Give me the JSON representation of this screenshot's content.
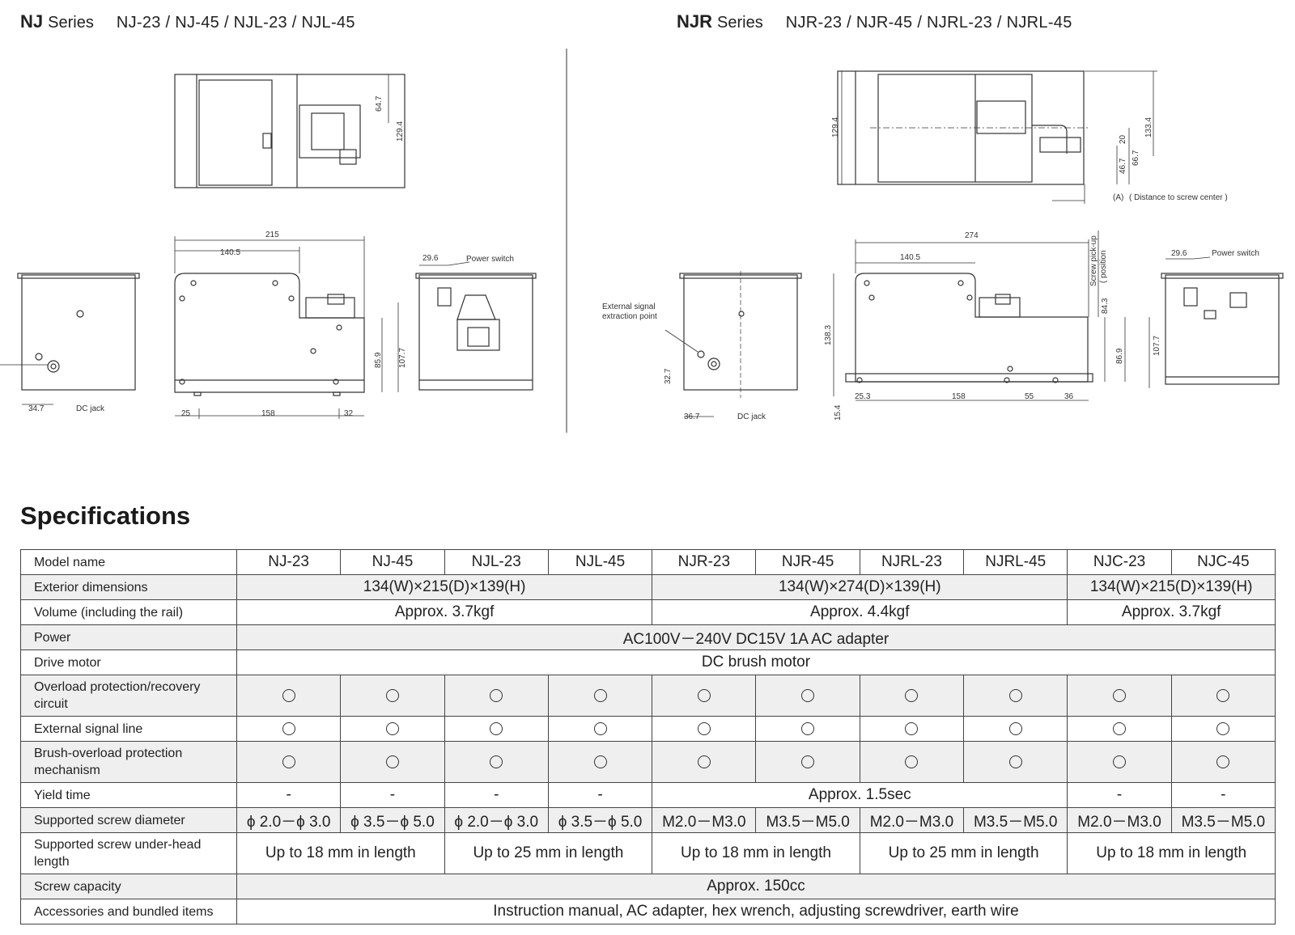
{
  "nj": {
    "code": "NJ",
    "word": "Series",
    "models": "NJ-23 / NJ-45 / NJL-23 / NJL-45"
  },
  "njr": {
    "code": "NJR",
    "word": "Series",
    "models": "NJR-23 / NJR-45 / NJRL-23 / NJRL-45"
  },
  "drawings": {
    "nj_dims": {
      "d647": "64.7",
      "d1294": "129.4",
      "d215": "215",
      "d1405": "140.5",
      "d859": "85.9",
      "d1077": "107.7",
      "d25": "25",
      "d158": "158",
      "d32": "32",
      "d347": "34.7",
      "d296": "29.6"
    },
    "nj_labels": {
      "dc_jack": "DC jack",
      "power_switch": "Power switch"
    },
    "njr_dims": {
      "d1294": "129.4",
      "d1334": "133.4",
      "d20": "20",
      "d467": "46.7",
      "d667": "66.7",
      "a": "(A)",
      "d274": "274",
      "d1405": "140.5",
      "d843": "84.3",
      "d1383": "138.3",
      "d869": "86.9",
      "d1077": "107.7",
      "d327": "32.7",
      "d367": "36.7",
      "d154": "15.4",
      "d253": "25.3",
      "d158": "158",
      "d55": "55",
      "d36": "36",
      "d296": "29.6"
    },
    "njr_labels": {
      "distance": "( Distance to screw center )",
      "pickup1": "Screw pick-up",
      "pickup2": "( position",
      "ext1": "External signal",
      "ext2": "extraction point",
      "dc_jack": "DC jack",
      "power_switch": "Power switch"
    }
  },
  "specifications": {
    "title": "Specifications",
    "models": [
      "NJ-23",
      "NJ-45",
      "NJL-23",
      "NJL-45",
      "NJR-23",
      "NJR-45",
      "NJRL-23",
      "NJRL-45",
      "NJC-23",
      "NJC-45"
    ],
    "rows": {
      "model_name": "Model name",
      "exterior": {
        "label": "Exterior dimensions",
        "nj": "134(W)×215(D)×139(H)",
        "njr": "134(W)×274(D)×139(H)",
        "njc": "134(W)×215(D)×139(H)"
      },
      "volume": {
        "label": "Volume (including the rail)",
        "nj": "Approx. 3.7kgf",
        "njr": "Approx. 4.4kgf",
        "njc": "Approx. 3.7kgf"
      },
      "power": {
        "label": "Power",
        "value": "AC100V－240V DC15V 1A AC adapter"
      },
      "drive_motor": {
        "label": "Drive motor",
        "value": "DC brush motor"
      },
      "overload": {
        "label": "Overload protection/recovery circuit"
      },
      "external_signal": {
        "label": "External signal line"
      },
      "brush_overload": {
        "label": "Brush-overload protection mechanism"
      },
      "yield": {
        "label": "Yield time",
        "dash": "-",
        "njr": "Approx. 1.5sec"
      },
      "screw_diameter": {
        "label": "Supported screw diameter",
        "values": [
          "ϕ 2.0－ϕ 3.0",
          "ϕ 3.5－ϕ 5.0",
          "ϕ 2.0－ϕ 3.0",
          "ϕ 3.5－ϕ 5.0",
          "M2.0－M3.0",
          "M3.5－M5.0",
          "M2.0－M3.0",
          "M3.5－M5.0",
          "M2.0－M3.0",
          "M3.5－M5.0"
        ]
      },
      "head_length": {
        "label": "Supported screw under-head length",
        "values": [
          "Up to 18 mm in length",
          "Up to 25 mm in length",
          "Up to 18 mm in length",
          "Up to 25 mm in length",
          "Up to 18 mm in length"
        ]
      },
      "capacity": {
        "label": "Screw capacity",
        "value": "Approx. 150cc"
      },
      "accessories": {
        "label": "Accessories and bundled items",
        "value": "Instruction manual, AC adapter, hex wrench, adjusting screwdriver, earth wire"
      }
    }
  }
}
